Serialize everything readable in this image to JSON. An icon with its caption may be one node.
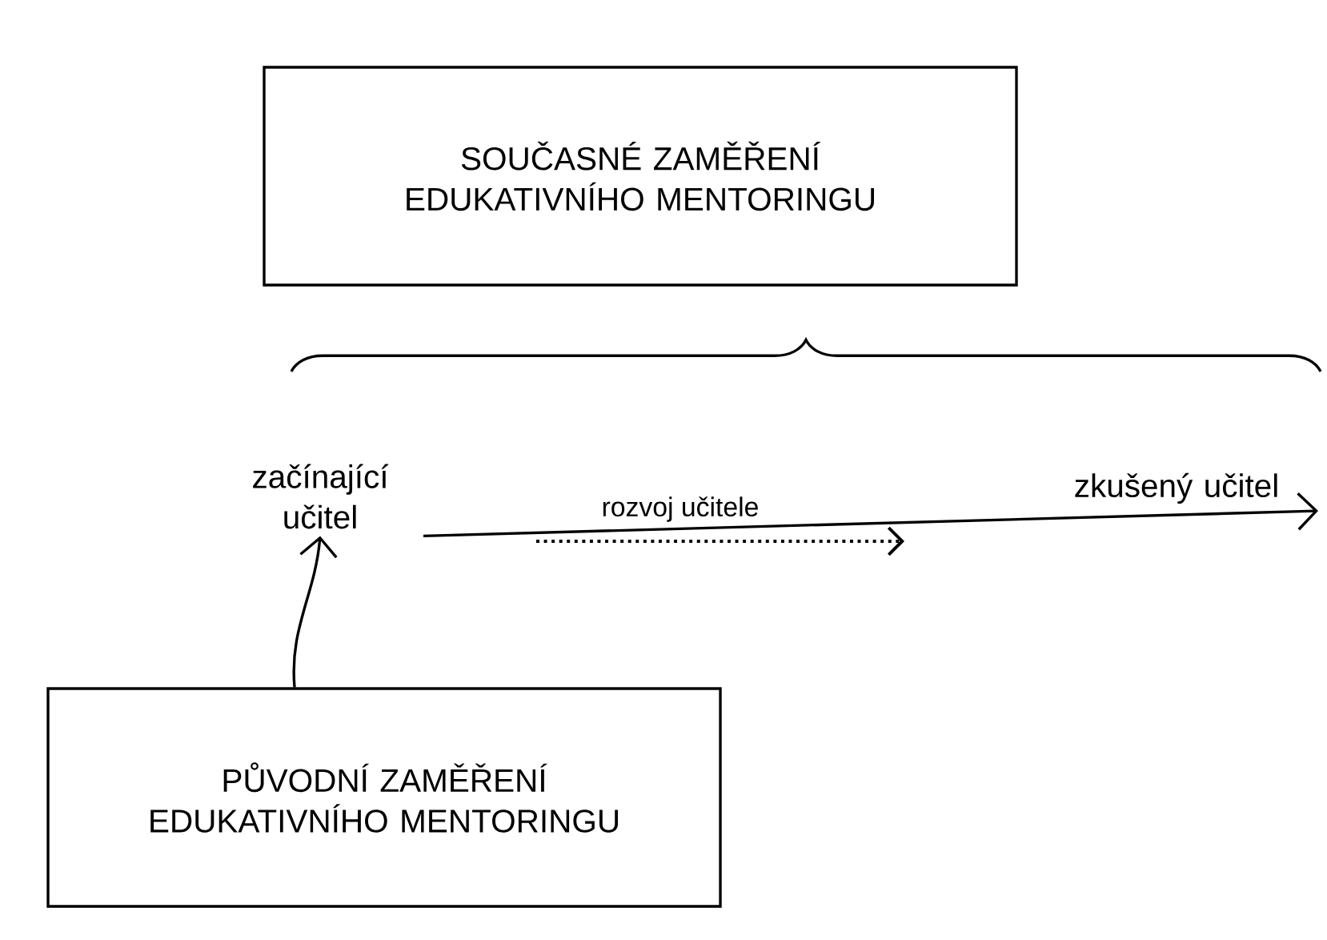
{
  "diagram": {
    "nodes": [
      {
        "text": [
          "SOUČASNÉ ZAMĚŘENÍ EDUKATIVNÍHO MENTORINGU"
        ]
      },
      {
        "text": [
          "začínající učitel"
        ]
      },
      {
        "text": [
          "zkušený učitel"
        ]
      },
      {
        "text": [
          "PŮVODNÍ ZAMĚŘENÍ EDUKATIVNÍHO MENTORINGU"
        ]
      }
    ],
    "edges": [
      {
        "from": 1,
        "to": 2,
        "arrow": "to"
      },
      {
        "from": 3,
        "to": 1,
        "arrow": "to"
      }
    ],
    "labels": [
      "rozvoj učitele"
    ]
  }
}
